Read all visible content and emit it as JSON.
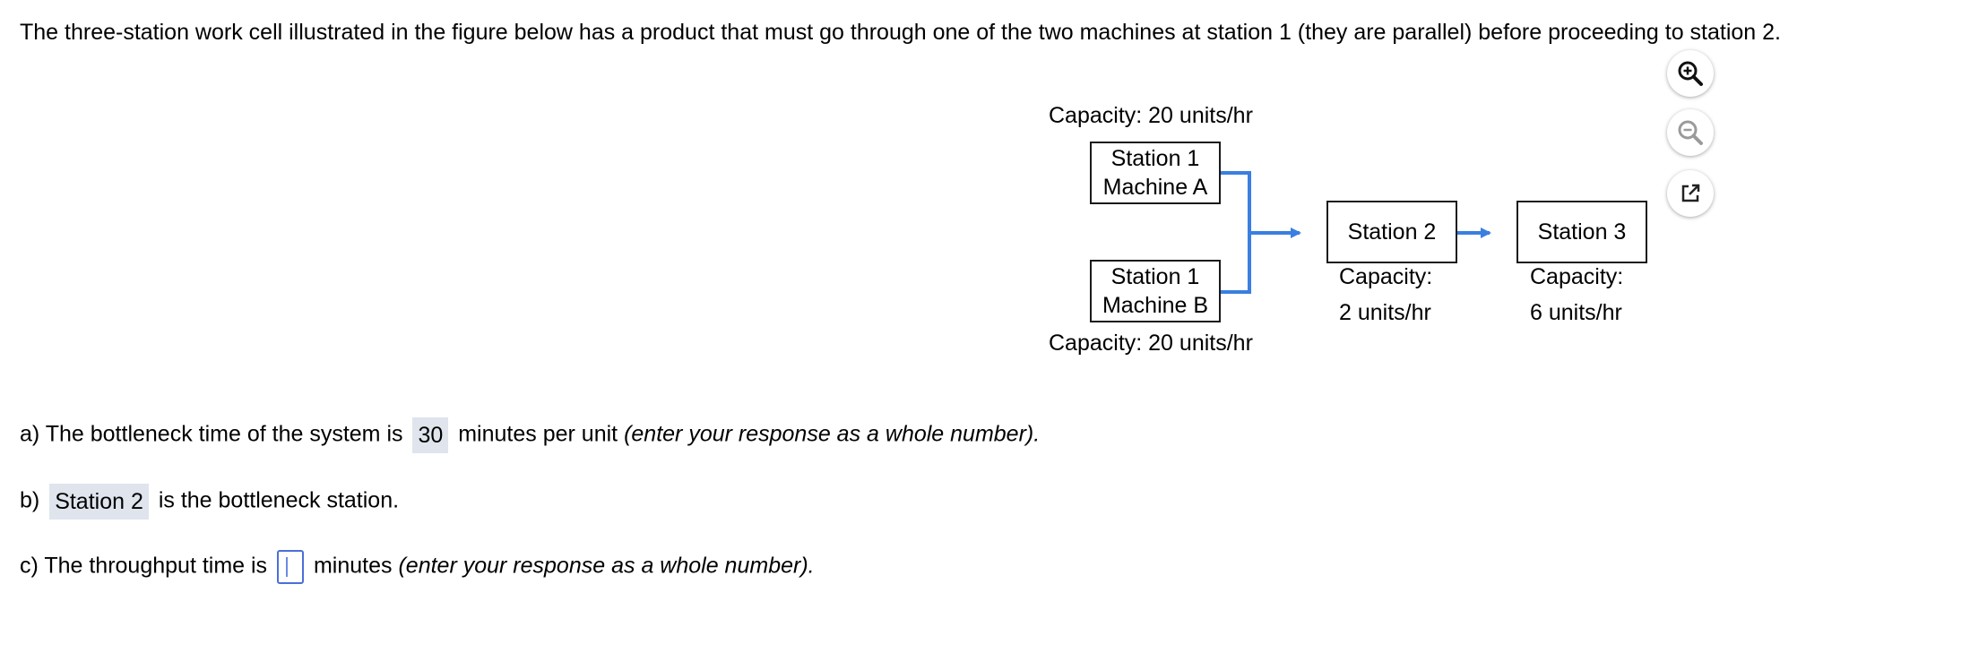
{
  "intro": "The three-station work cell illustrated in the figure below has a product that must go through one of the two machines at station 1 (they are parallel) before proceeding to station 2.",
  "figure": {
    "machine_a": {
      "line1": "Station 1",
      "line2": "Machine A",
      "capacity": "Capacity: 20 units/hr"
    },
    "machine_b": {
      "line1": "Station 1",
      "line2": "Machine B",
      "capacity": "Capacity: 20 units/hr"
    },
    "station2": {
      "label": "Station 2",
      "capacity_line1": "Capacity:",
      "capacity_line2": "2 units/hr"
    },
    "station3": {
      "label": "Station 3",
      "capacity_line1": "Capacity:",
      "capacity_line2": "6 units/hr"
    },
    "line_color": "#3a7fe0",
    "box_border_color": "#1a1a1a"
  },
  "tools": {
    "zoom_in": "zoom-in-icon",
    "zoom_out": "zoom-out-icon",
    "open_external": "external-link-icon"
  },
  "questions": {
    "a": {
      "prefix": "a) The bottleneck time of the system is",
      "answer": "30",
      "suffix": "minutes per unit",
      "hint": "(enter your response as a whole number)."
    },
    "b": {
      "prefix": "b)",
      "answer": "Station 2",
      "suffix": "is the bottleneck station."
    },
    "c": {
      "prefix": "c) The throughput time is",
      "value": "",
      "suffix": "minutes",
      "hint": "(enter your response as a whole number)."
    }
  },
  "colors": {
    "answer_bg": "#dfe4ed",
    "input_border": "#4a6fd8"
  }
}
